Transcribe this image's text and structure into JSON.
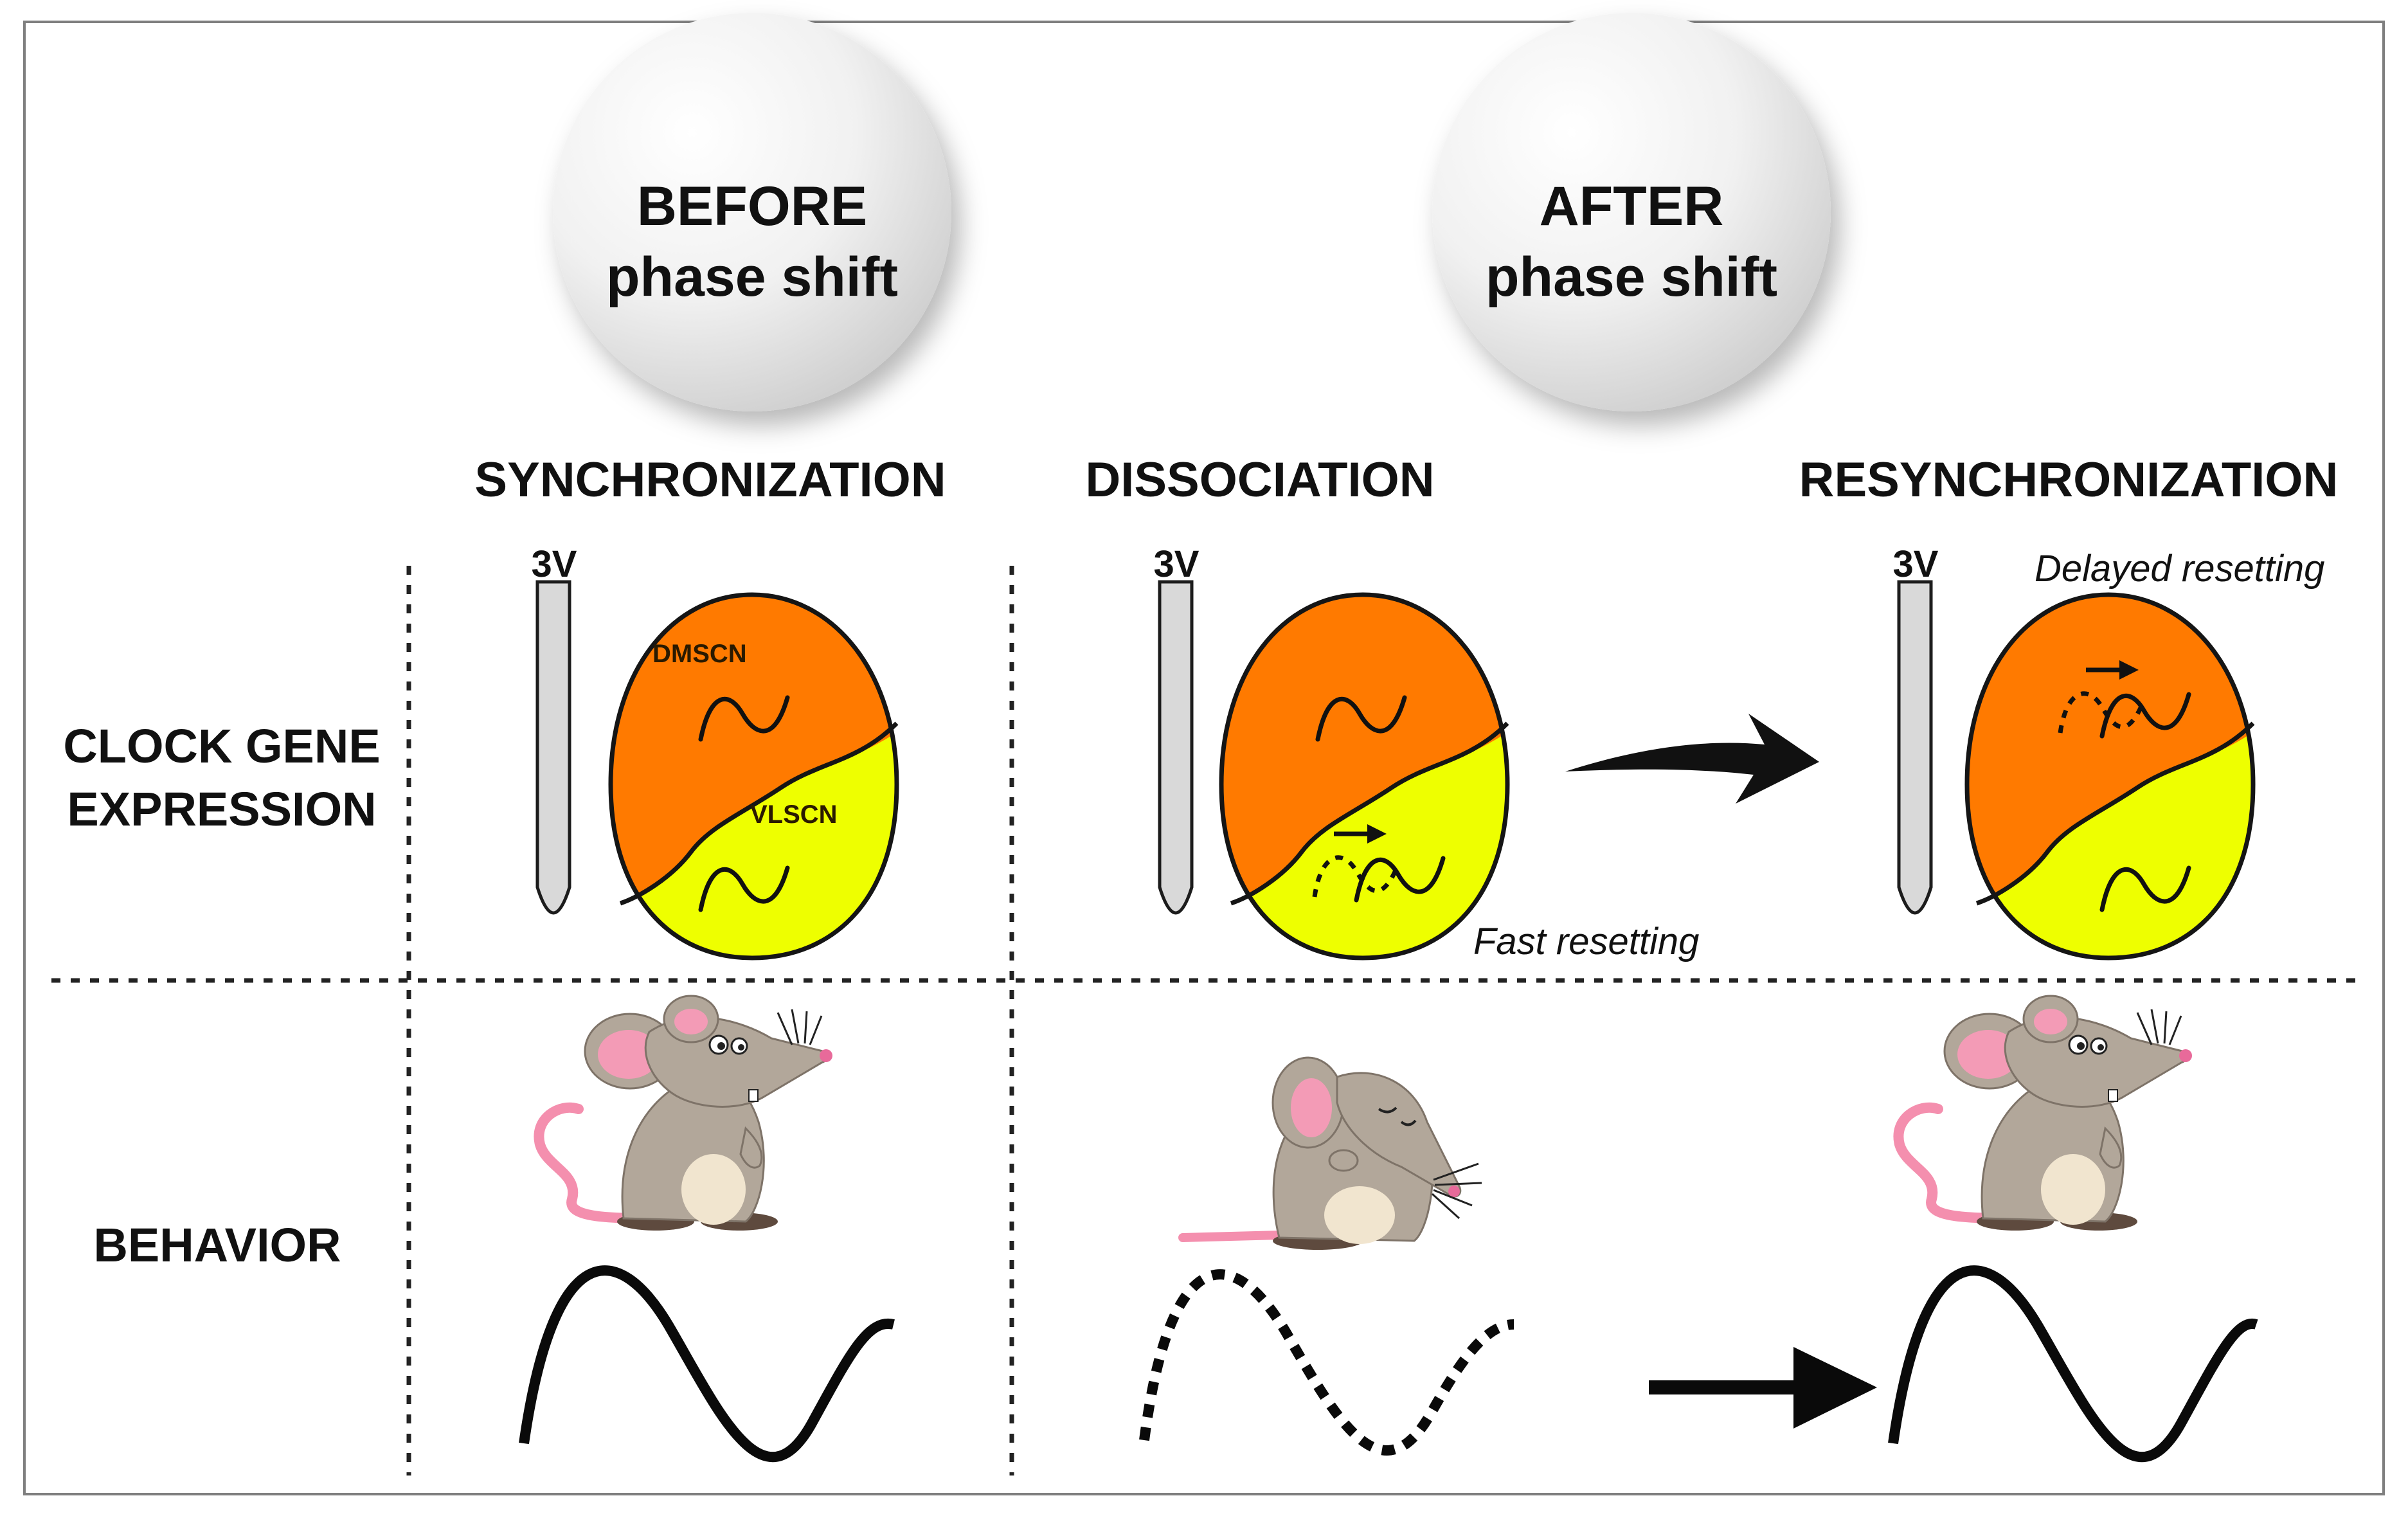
{
  "header": {
    "before": {
      "line1": "BEFORE",
      "line2": "phase shift"
    },
    "after": {
      "line1": "AFTER",
      "line2": "phase shift"
    }
  },
  "stages": {
    "synchronization": "SYNCHRONIZATION",
    "dissociation": "DISSOCIATION",
    "resynchronization": "RESYNCHRONIZATION"
  },
  "rows": {
    "clock_line1": "CLOCK GENE",
    "clock_line2": "EXPRESSION",
    "behavior": "BEHAVIOR"
  },
  "labels": {
    "ventricle": "3V",
    "dmscn": "DMSCN",
    "vlscn": "VLSCN",
    "fast_resetting": "Fast resetting",
    "delayed_resetting": "Delayed resetting"
  },
  "colors": {
    "dmscn": "#ff7a00",
    "vlscn": "#eeff00",
    "circle_light": "#ffffff",
    "circle_dark": "#d7d7d7",
    "mouse_body": "#b2a79a",
    "mouse_belly": "#f1e5cf",
    "mouse_ear_inner": "#f39bb6",
    "mouse_tail": "#f48fae",
    "mouse_feet": "#5e4a3e"
  },
  "icons": {
    "arrow_between_scn": "big-curved-arrow-icon",
    "arrow_between_behavior": "straight-arrow-icon",
    "reset_arrow": "small-arrow-icon",
    "mouse_alert": "mouse-icon",
    "mouse_sleepy": "sleepy-mouse-icon"
  }
}
